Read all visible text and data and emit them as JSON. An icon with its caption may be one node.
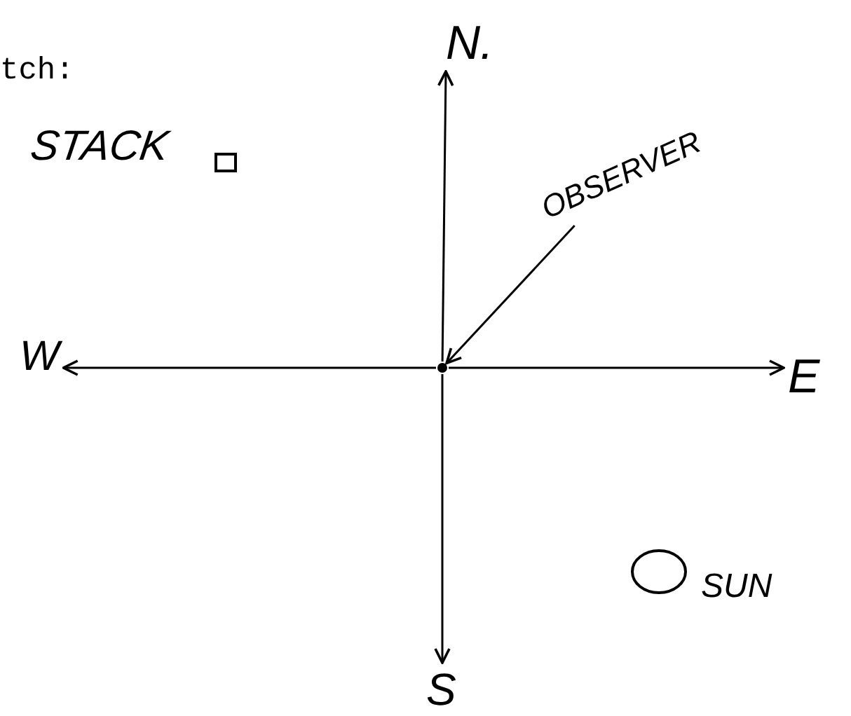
{
  "diagram": {
    "nodes": [
      {
        "text": [
          "N."
        ]
      },
      {
        "text": [
          "E"
        ]
      },
      {
        "text": [
          "S"
        ]
      },
      {
        "text": [
          "W"
        ]
      },
      {
        "text": [],
        "shape": "circle"
      },
      {
        "text": [
          "OBSERVER"
        ]
      }
    ],
    "edges": [
      {
        "from": 4,
        "to": 0,
        "arrow": "to"
      },
      {
        "from": 4,
        "to": 1,
        "arrow": "to"
      },
      {
        "from": 4,
        "to": 2,
        "arrow": "to"
      },
      {
        "from": 4,
        "to": 3,
        "arrow": "to"
      },
      {
        "from": 5,
        "to": 4,
        "arrow": "to"
      }
    ],
    "labels": [
      "tch:",
      "STACK",
      "SUN"
    ]
  }
}
